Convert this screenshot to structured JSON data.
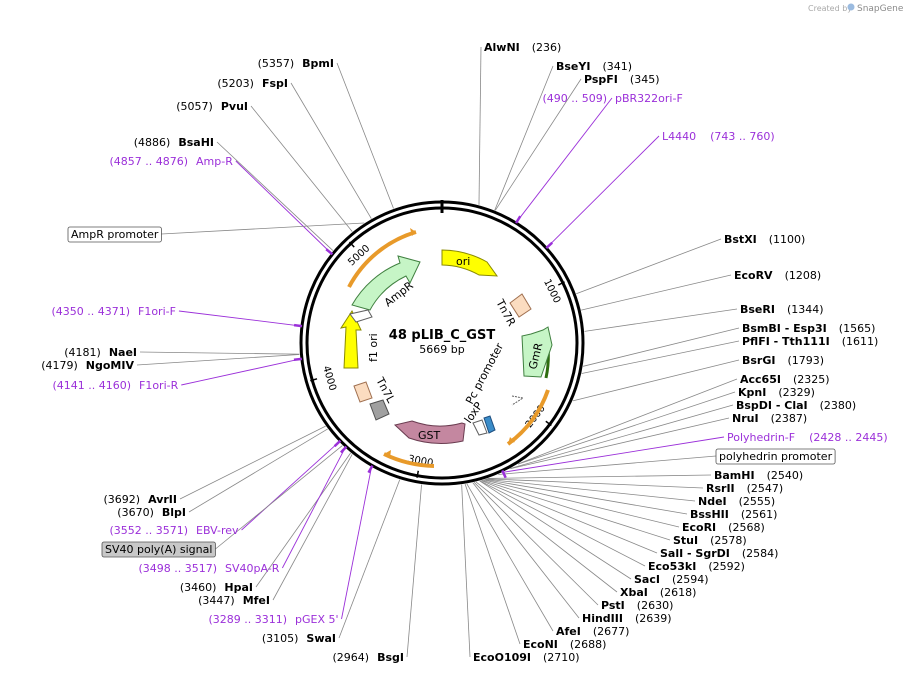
{
  "header": {
    "credit_prefix": "Created by",
    "credit_brand": "SnapGene"
  },
  "plasmid": {
    "name": "48 pLIB_C_GST",
    "size_label": "5669 bp",
    "length": 5669
  },
  "ticks": [
    {
      "pos": 1000,
      "label": "1000"
    },
    {
      "pos": 2000,
      "label": "2000"
    },
    {
      "pos": 3000,
      "label": "3000"
    },
    {
      "pos": 4000,
      "label": "4000"
    },
    {
      "pos": 5000,
      "label": "5000"
    }
  ],
  "sites": [
    {
      "name": "AlwNI",
      "pos_label": "(236)",
      "bp": 236,
      "order": "name-first"
    },
    {
      "name": "BseYI",
      "pos_label": "(341)",
      "bp": 341,
      "order": "name-first"
    },
    {
      "name": "PspFI",
      "pos_label": "(345)",
      "bp": 345,
      "order": "name-first"
    },
    {
      "name": "BstXI",
      "pos_label": "(1100)",
      "bp": 1100,
      "order": "name-first"
    },
    {
      "name": "EcoRV",
      "pos_label": "(1208)",
      "bp": 1208,
      "order": "name-first"
    },
    {
      "name": "BseRI",
      "pos_label": "(1344)",
      "bp": 1344,
      "order": "name-first"
    },
    {
      "name": "BsmBI - Esp3I",
      "pos_label": "(1565)",
      "bp": 1565,
      "order": "name-first"
    },
    {
      "name": "PflFI - Tth111I",
      "pos_label": "(1611)",
      "bp": 1611,
      "order": "name-first"
    },
    {
      "name": "BsrGI",
      "pos_label": "(1793)",
      "bp": 1793,
      "order": "name-first"
    },
    {
      "name": "Acc65I",
      "pos_label": "(2325)",
      "bp": 2325,
      "order": "name-first"
    },
    {
      "name": "KpnI",
      "pos_label": "(2329)",
      "bp": 2329,
      "order": "name-first"
    },
    {
      "name": "BspDI - ClaI",
      "pos_label": "(2380)",
      "bp": 2380,
      "order": "name-first"
    },
    {
      "name": "NruI",
      "pos_label": "(2387)",
      "bp": 2387,
      "order": "name-first"
    },
    {
      "name": "BamHI",
      "pos_label": "(2540)",
      "bp": 2540,
      "order": "name-first"
    },
    {
      "name": "RsrII",
      "pos_label": "(2547)",
      "bp": 2547,
      "order": "name-first"
    },
    {
      "name": "NdeI",
      "pos_label": "(2555)",
      "bp": 2555,
      "order": "name-first"
    },
    {
      "name": "BssHII",
      "pos_label": "(2561)",
      "bp": 2561,
      "order": "name-first"
    },
    {
      "name": "EcoRI",
      "pos_label": "(2568)",
      "bp": 2568,
      "order": "name-first"
    },
    {
      "name": "StuI",
      "pos_label": "(2578)",
      "bp": 2578,
      "order": "name-first"
    },
    {
      "name": "SalI - SgrDI",
      "pos_label": "(2584)",
      "bp": 2584,
      "order": "name-first"
    },
    {
      "name": "Eco53kI",
      "pos_label": "(2592)",
      "bp": 2592,
      "order": "name-first"
    },
    {
      "name": "SacI",
      "pos_label": "(2594)",
      "bp": 2594,
      "order": "name-first"
    },
    {
      "name": "XbaI",
      "pos_label": "(2618)",
      "bp": 2618,
      "order": "name-first"
    },
    {
      "name": "PstI",
      "pos_label": "(2630)",
      "bp": 2630,
      "order": "name-first"
    },
    {
      "name": "HindIII",
      "pos_label": "(2639)",
      "bp": 2639,
      "order": "name-first"
    },
    {
      "name": "AfeI",
      "pos_label": "(2677)",
      "bp": 2677,
      "order": "name-first"
    },
    {
      "name": "EcoNI",
      "pos_label": "(2688)",
      "bp": 2688,
      "order": "name-first"
    },
    {
      "name": "EcoO109I",
      "pos_label": "(2710)",
      "bp": 2710,
      "order": "name-first"
    },
    {
      "name": "BsgI",
      "pos_label": "(2964)",
      "bp": 2964,
      "order": "pos-first"
    },
    {
      "name": "SwaI",
      "pos_label": "(3105)",
      "bp": 3105,
      "order": "pos-first"
    },
    {
      "name": "MfeI",
      "pos_label": "(3447)",
      "bp": 3447,
      "order": "pos-first"
    },
    {
      "name": "HpaI",
      "pos_label": "(3460)",
      "bp": 3460,
      "order": "pos-first"
    },
    {
      "name": "BlpI",
      "pos_label": "(3670)",
      "bp": 3670,
      "order": "pos-first"
    },
    {
      "name": "AvrII",
      "pos_label": "(3692)",
      "bp": 3692,
      "order": "pos-first"
    },
    {
      "name": "NgoMIV",
      "pos_label": "(4179)",
      "bp": 4179,
      "order": "pos-first"
    },
    {
      "name": "NaeI",
      "pos_label": "(4181)",
      "bp": 4181,
      "order": "pos-first"
    },
    {
      "name": "BsaHI",
      "pos_label": "(4886)",
      "bp": 4886,
      "order": "pos-first"
    },
    {
      "name": "PvuI",
      "pos_label": "(5057)",
      "bp": 5057,
      "order": "pos-first"
    },
    {
      "name": "FspI",
      "pos_label": "(5203)",
      "bp": 5203,
      "order": "pos-first"
    },
    {
      "name": "BpmI",
      "pos_label": "(5357)",
      "bp": 5357,
      "order": "pos-first"
    }
  ],
  "primers": [
    {
      "name": "pBR322ori-F",
      "range": "(490 .. 509)",
      "bp": 499,
      "order": "range-first"
    },
    {
      "name": "L4440",
      "range": "(743 .. 760)",
      "bp": 751,
      "order": "name-first"
    },
    {
      "name": "Polyhedrin-F",
      "range": "(2428 .. 2445)",
      "bp": 2436,
      "order": "name-first"
    },
    {
      "name": "pGEX 5'",
      "range": "(3289 .. 3311)",
      "bp": 3300,
      "order": "range-first"
    },
    {
      "name": "SV40pA-R",
      "range": "(3498 .. 3517)",
      "bp": 3507,
      "order": "range-first"
    },
    {
      "name": "EBV-rev",
      "range": "(3552 .. 3571)",
      "bp": 3561,
      "order": "range-first"
    },
    {
      "name": "F1ori-R",
      "range": "(4141 .. 4160)",
      "bp": 4150,
      "order": "range-first"
    },
    {
      "name": "F1ori-F",
      "range": "(4350 .. 4371)",
      "bp": 4360,
      "order": "range-first"
    },
    {
      "name": "Amp-R",
      "range": "(4857 .. 4876)",
      "bp": 4866,
      "order": "range-first"
    }
  ],
  "boxed_labels": [
    {
      "text": "AmpR promoter",
      "bp": 5150,
      "shaded": false
    },
    {
      "text": "polyhedrin promoter",
      "bp": 2470,
      "shaded": false
    },
    {
      "text": "SV40 poly(A) signal",
      "bp": 3530,
      "shaded": true
    }
  ],
  "features": [
    {
      "name": "ori",
      "color": "#ffff00"
    },
    {
      "name": "Tn7R",
      "color": "#fbdcc0"
    },
    {
      "name": "GmR",
      "color": "#c6f5c6"
    },
    {
      "name": "Pc promoter",
      "color": "#ffffff"
    },
    {
      "name": "loxP",
      "color": "#3a8cc8"
    },
    {
      "name": "GST",
      "color": "#c487a0"
    },
    {
      "name": "Tn7L",
      "color": "#fbdcc0"
    },
    {
      "name": "f1 ori",
      "color": "#ffff00"
    },
    {
      "name": "AmpR",
      "color": "#c6f5c6"
    }
  ],
  "colors": {
    "primer": "#9b30d9",
    "site_line": "#888888",
    "orange_arc": "#e89a2a"
  }
}
